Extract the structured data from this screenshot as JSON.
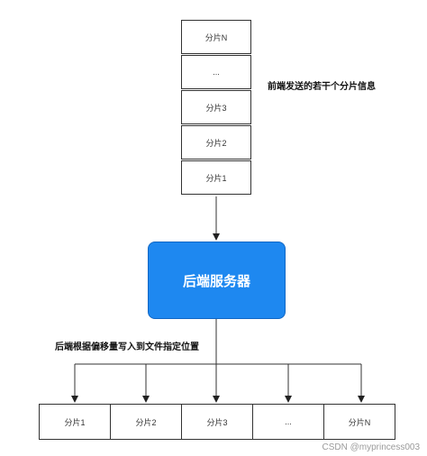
{
  "diagram": {
    "stack_cells": [
      "分片N",
      "...",
      "分片3",
      "分片2",
      "分片1"
    ],
    "stack_note": "前端发送的若干个分片信息",
    "server_label": "后端服务器",
    "write_note": "后端根据偏移量写入到文件指定位置",
    "row_cells": [
      "分片1",
      "分片2",
      "分片3",
      "...",
      "分片N"
    ],
    "colors": {
      "server_fill": "#1e88f0",
      "line": "#333333"
    }
  },
  "watermark": "CSDN @myprincess003"
}
